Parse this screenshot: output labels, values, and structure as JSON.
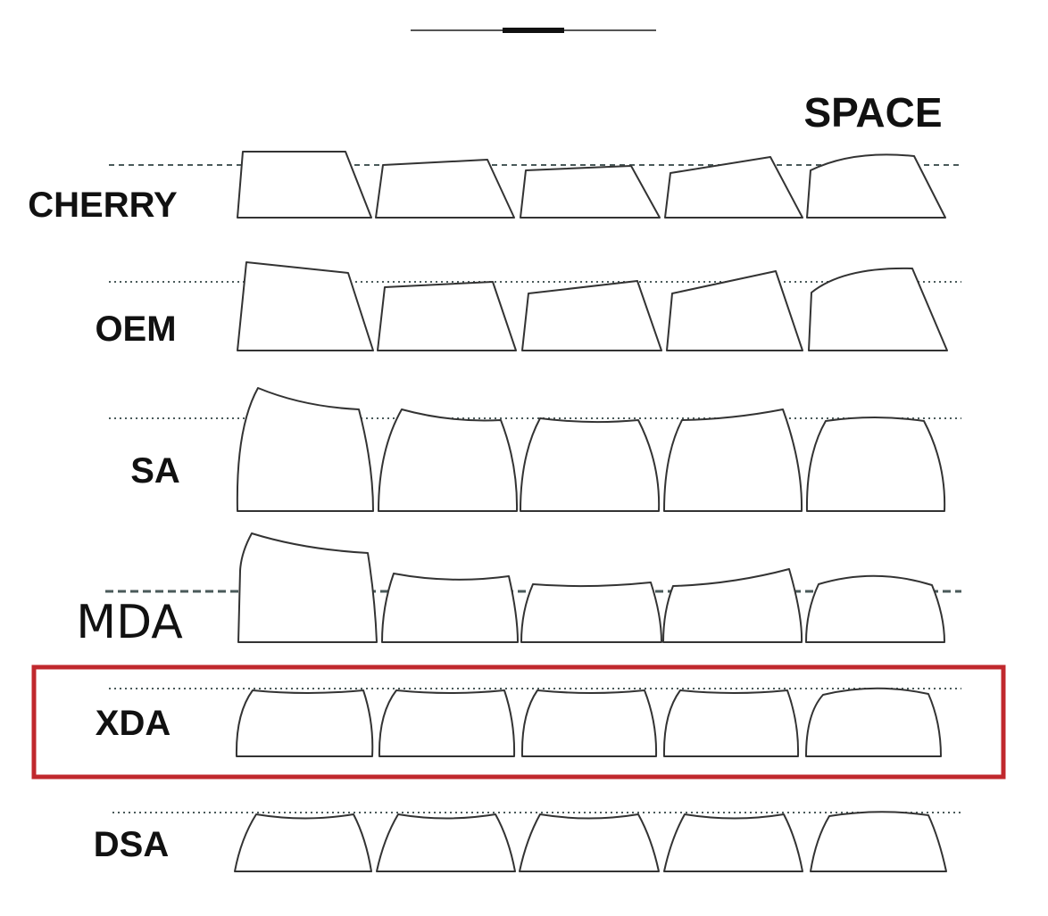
{
  "header": {
    "label": "SPACE"
  },
  "profiles": [
    {
      "name": "CHERRY",
      "style": "bold"
    },
    {
      "name": "OEM",
      "style": "bold"
    },
    {
      "name": "SA",
      "style": "bold"
    },
    {
      "name": "MDA",
      "style": "thin"
    },
    {
      "name": "XDA",
      "style": "bold",
      "highlighted": true
    },
    {
      "name": "DSA",
      "style": "bold"
    }
  ],
  "colors": {
    "highlight": "#c0282d",
    "outline": "#333333",
    "guide": "#4a5a5a",
    "text": "#111111"
  }
}
